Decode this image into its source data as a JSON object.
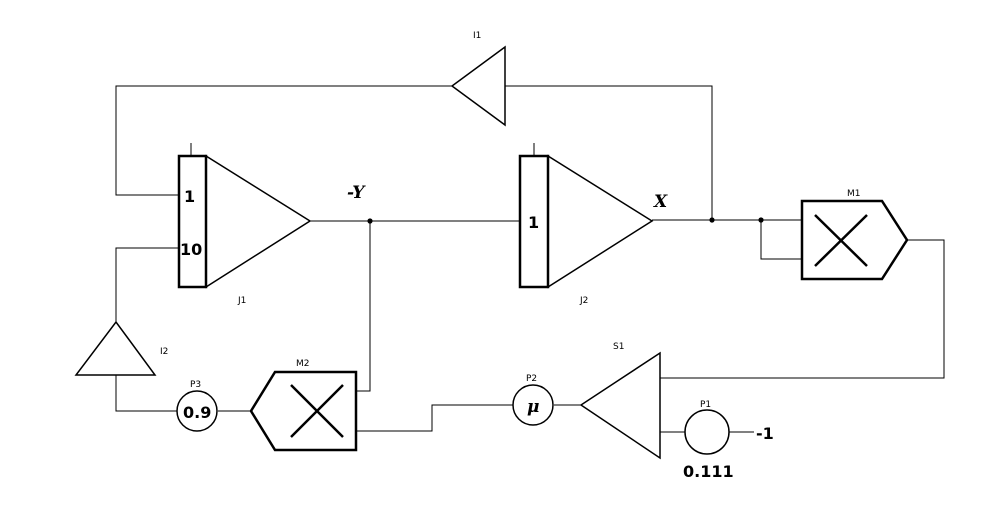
{
  "components": {
    "i1": {
      "name": "I1"
    },
    "i2": {
      "name": "I2"
    },
    "j1": {
      "name": "J1",
      "gain_top": "1",
      "gain_bottom": "10"
    },
    "j2": {
      "name": "J2",
      "gain": "1"
    },
    "m1": {
      "name": "M1"
    },
    "m2": {
      "name": "M2"
    },
    "s1": {
      "name": "S1"
    },
    "p1": {
      "name": "P1",
      "value": "0.111"
    },
    "p2": {
      "name": "P2",
      "value": "μ"
    },
    "p3": {
      "name": "P3",
      "value": "0.9"
    }
  },
  "signals": {
    "neg_y": "-Y",
    "x": "X",
    "minus_one": "-1"
  }
}
